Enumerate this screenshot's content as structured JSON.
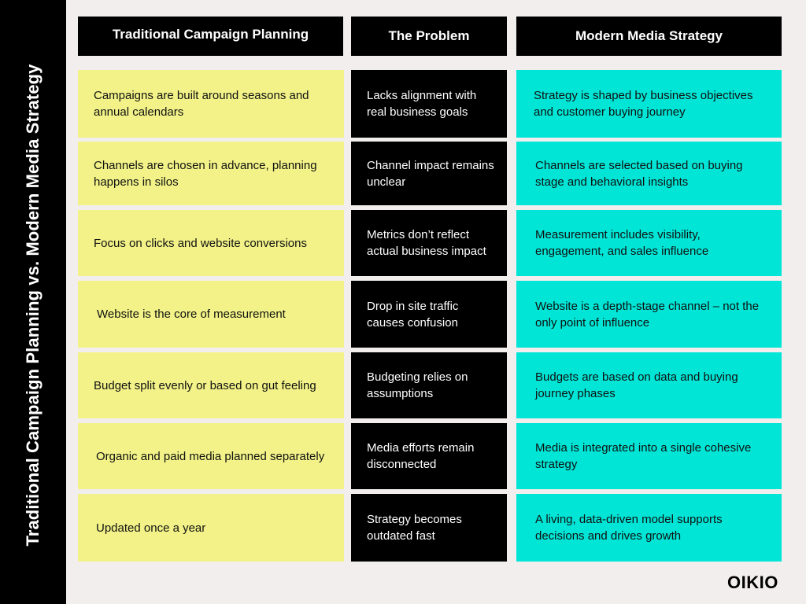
{
  "side_title": "Traditional Campaign Planning vs. Modern Media Strategy",
  "columns": {
    "traditional": "Traditional Campaign Planning",
    "problem": "The Problem",
    "modern": "Modern Media Strategy"
  },
  "rows": [
    {
      "traditional": "Campaigns are built around seasons and annual calendars",
      "problem": "Lacks alignment with real business goals",
      "modern": "Strategy is shaped by business objectives and customer buying journey"
    },
    {
      "traditional": "Channels are chosen in advance, planning happens in silos",
      "problem": "Channel impact remains unclear",
      "modern": "Channels are selected based on buying stage and behavioral insights"
    },
    {
      "traditional": "Focus on clicks and website conversions",
      "problem": "Metrics don’t reflect actual business impact",
      "modern": "Measurement includes visibility, engagement, and sales influence"
    },
    {
      "traditional": "Website is the core of measurement",
      "problem": "Drop in site traffic causes confusion",
      "modern": "Website is a depth-stage channel – not the only point of influence"
    },
    {
      "traditional": "Budget split evenly or based on gut feeling",
      "problem": "Budgeting relies on assumptions",
      "modern": "Budgets are based on data and buying journey phases"
    },
    {
      "traditional": "Organic and paid media planned separately",
      "problem": "Media efforts remain disconnected",
      "modern": "Media is integrated into a single cohesive strategy"
    },
    {
      "traditional": "Updated once a year",
      "problem": "Strategy becomes outdated fast",
      "modern": "A living, data-driven model supports decisions and drives growth"
    }
  ],
  "logo": "OIKIO",
  "colors": {
    "background": "#f3eeee",
    "traditional": "#f2f288",
    "problem": "#000000",
    "modern": "#00e5d6"
  }
}
